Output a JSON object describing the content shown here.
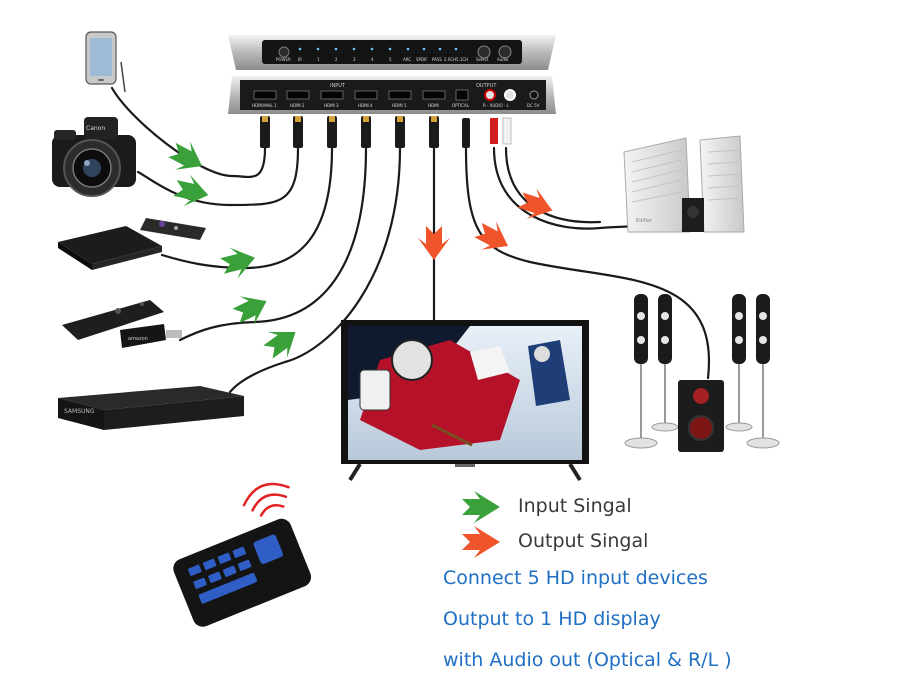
{
  "switch": {
    "front_labels": [
      "POWER",
      "IR",
      "1",
      "2",
      "3",
      "4",
      "5",
      "ARC",
      "SPDIF",
      "PASS",
      "2.0CH",
      "5.1CH",
      "Select",
      "Audio"
    ],
    "input_group": "INPUT",
    "output_group": "OUTPUT",
    "port_labels": [
      "HDMI/MHL 1",
      "HDMI 2",
      "HDMI 3",
      "HDMI 4",
      "HDMI 5",
      "HDMI",
      "OPTICAL",
      "R · AUDIO · L",
      "DC 5V"
    ]
  },
  "device_labels": {
    "camera_brand": "Canon",
    "bluray_brand": "SAMSUNG",
    "firestick_text": "amazon",
    "speaker_brand": "Edifier"
  },
  "legend": {
    "input_label": "Input Singal",
    "output_label": "Output Singal",
    "input_color": "#3aa13a",
    "output_color": "#f0542a"
  },
  "features": [
    "Connect 5 HD input devices",
    "Output to 1 HD display",
    "with Audio out (Optical & R/L )"
  ],
  "colors": {
    "feature_text": "#1f6fc4",
    "legend_text": "#3a3a3a"
  },
  "icons": [
    "smartphone-icon",
    "camera-icon",
    "streaming-box-icon",
    "fire-stick-icon",
    "bluray-player-icon",
    "tv-icon",
    "speaker-icon",
    "home-theater-icon",
    "remote-control-icon"
  ]
}
